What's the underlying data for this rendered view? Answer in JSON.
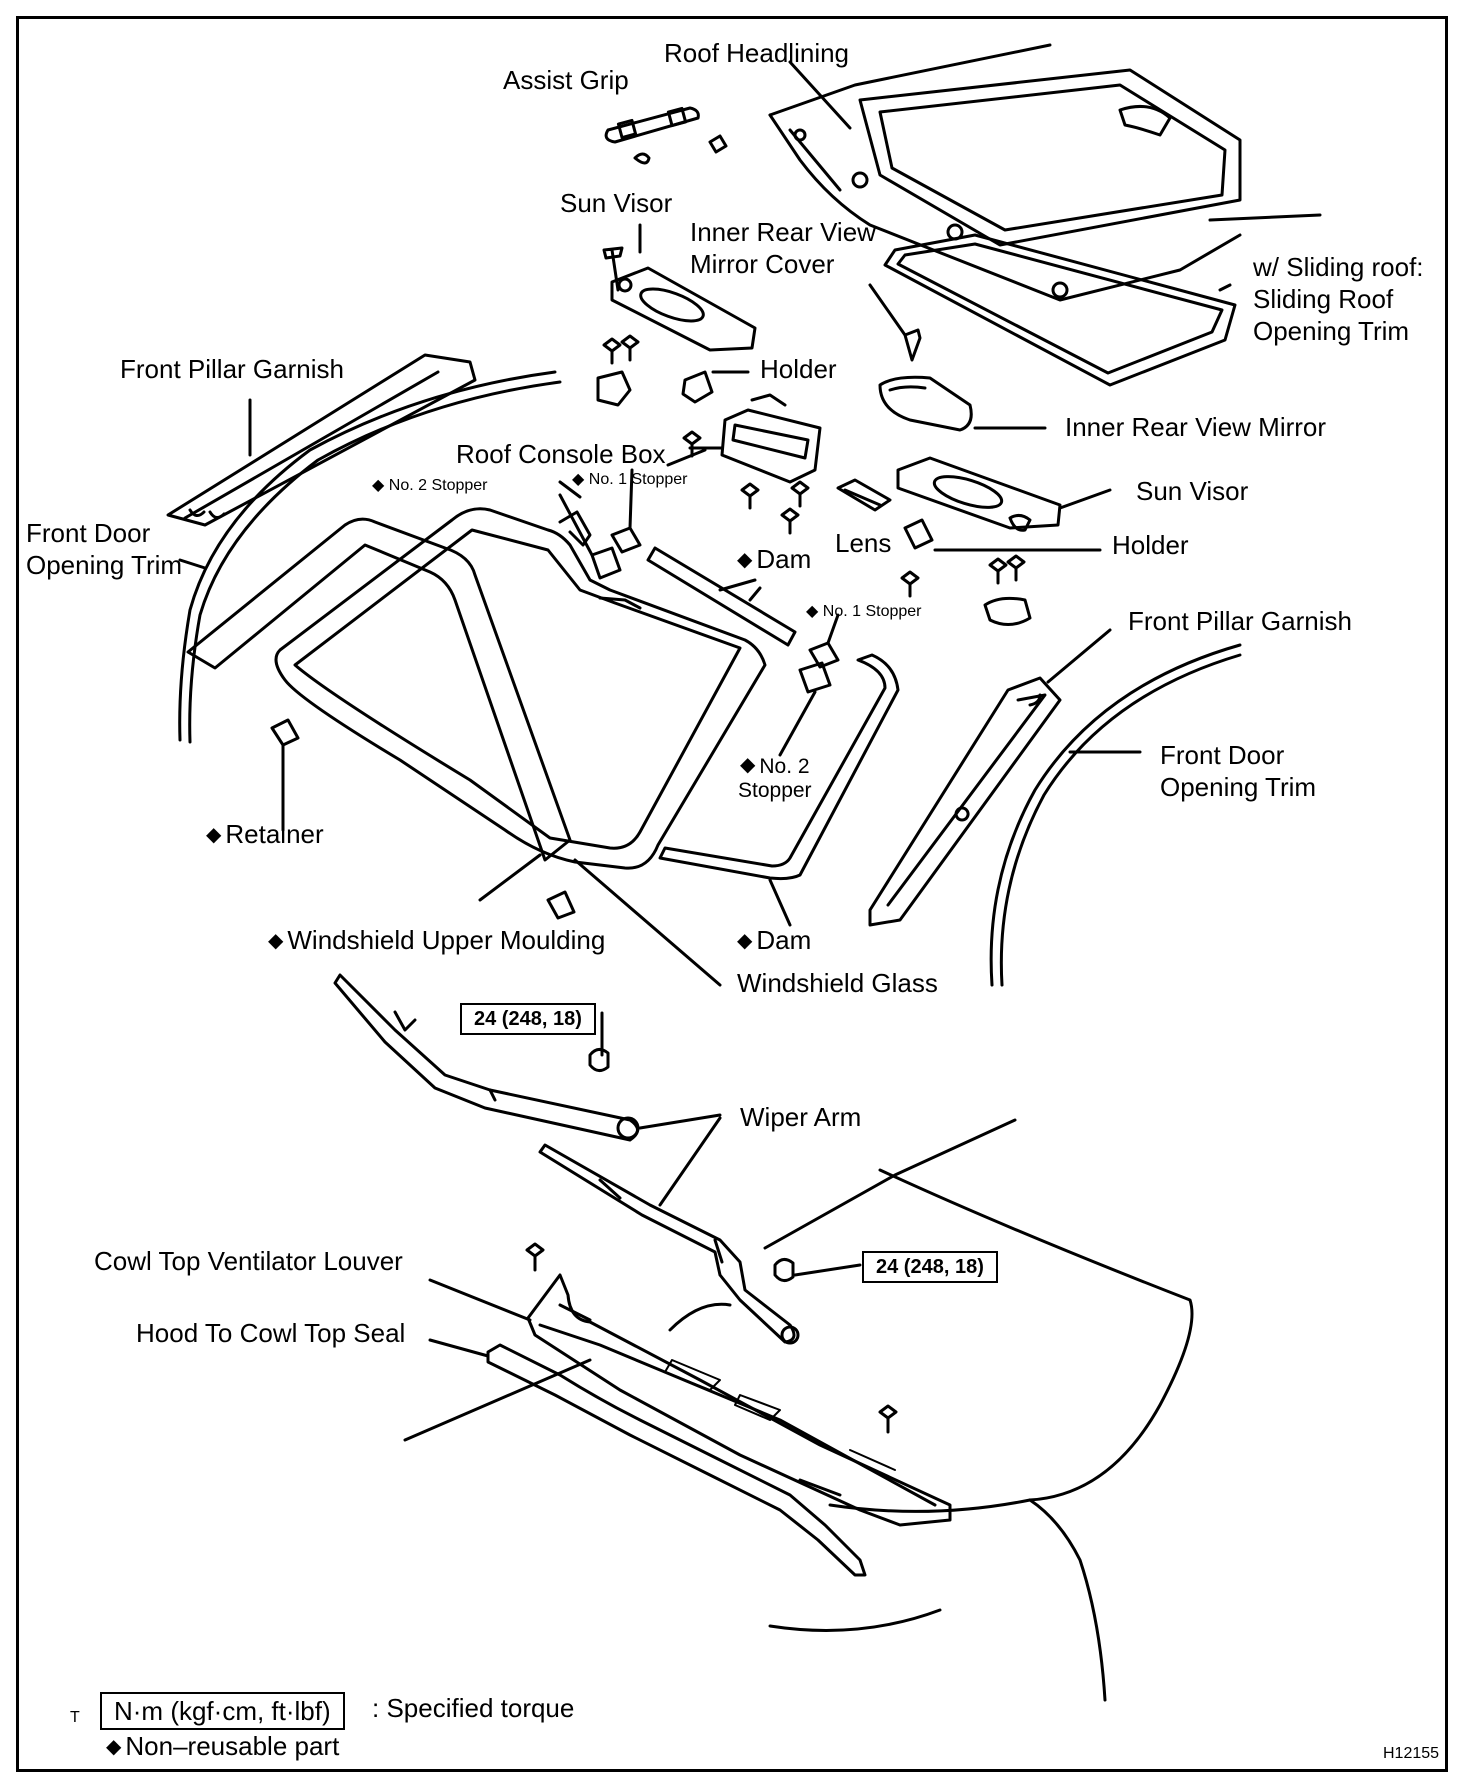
{
  "labels": {
    "roof_headlining": "Roof Headlining",
    "assist_grip": "Assist Grip",
    "sun_visor_left": "Sun Visor",
    "inner_mirror_cover_1": "Inner Rear View",
    "inner_mirror_cover_2": "Mirror Cover",
    "sliding_roof_1": "w/ Sliding roof:",
    "sliding_roof_2": "Sliding Roof",
    "sliding_roof_3": "Opening Trim",
    "front_pillar_garnish_left": "Front Pillar Garnish",
    "holder_top": "Holder",
    "inner_mirror": "Inner Rear View Mirror",
    "roof_console_box": "Roof Console Box",
    "no2_stopper_top": "No. 2 Stopper",
    "no1_stopper_top": "No. 1 Stopper",
    "sun_visor_right": "Sun Visor",
    "front_door_trim_left_1": "Front Door",
    "front_door_trim_left_2": "Opening Trim",
    "lens": "Lens",
    "holder_right": "Holder",
    "dam_top": "Dam",
    "no1_stopper_right": "No. 1 Stopper",
    "front_pillar_garnish_right": "Front Pillar Garnish",
    "front_door_trim_right_1": "Front Door",
    "front_door_trim_right_2": "Opening Trim",
    "no2_stopper_right_1": "No. 2",
    "no2_stopper_right_2": "Stopper",
    "retainer": "Retainer",
    "windshield_upper_moulding": "Windshield Upper Moulding",
    "dam_bottom": "Dam",
    "windshield_glass": "Windshield Glass",
    "wiper_arm": "Wiper Arm",
    "cowl_louver": "Cowl Top Ventilator Louver",
    "hood_seal": "Hood To Cowl Top Seal"
  },
  "torque": {
    "upper": "24 (248, 18)",
    "lower": "24 (248, 18)"
  },
  "legend": {
    "marker": "T",
    "torque_box": "N·m (kgf·cm, ft·lbf)",
    "torque_desc": ": Specified torque",
    "non_reusable": "Non–reusable part"
  },
  "symbols": {
    "non_reusable_mark": "◆"
  },
  "figure_code": "H12155"
}
